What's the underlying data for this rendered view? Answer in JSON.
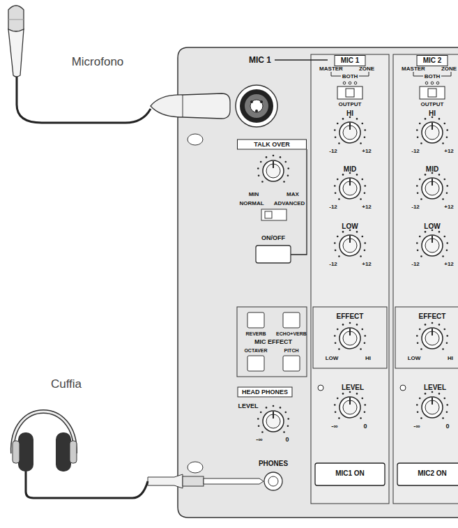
{
  "diagram": {
    "nodes": [
      {
        "text": [
          "MIC 1"
        ]
      },
      {
        "text": [
          "MIC 2"
        ]
      },
      {
        "text": [
          "TALK OVER"
        ]
      },
      {
        "text": [
          "HEAD PHONES"
        ]
      },
      {
        "text": [
          "MIC1 ON"
        ]
      },
      {
        "text": [
          "MIC2 ON"
        ]
      }
    ],
    "labels": [
      "Microfono",
      "MIC 1",
      "MASTER",
      "ZONE",
      "BOTH",
      "OUTPUT",
      "HI",
      "-12",
      "+12",
      "MID",
      "-12",
      "+12",
      "LOW",
      "-12",
      "+12",
      "EFFECT",
      "LOW",
      "HI",
      "LEVEL",
      "-∞",
      "0",
      "MASTER",
      "ZONE",
      "BOTH",
      "OUTPUT",
      "HI",
      "-12",
      "+12",
      "MID",
      "-12",
      "+12",
      "LOW",
      "-12",
      "+12",
      "EFFECT",
      "LOW",
      "HI",
      "LEVEL",
      "-∞",
      "0",
      "MIN",
      "MAX",
      "NORMAL",
      "ADVANCED",
      "ON/OFF",
      "REVERB",
      "ECHO+VERB",
      "MIC EFFECT",
      "OCTAVER",
      "PITCH",
      "LEVEL",
      "-∞",
      "0",
      "PHONES",
      "Cuffia"
    ]
  }
}
